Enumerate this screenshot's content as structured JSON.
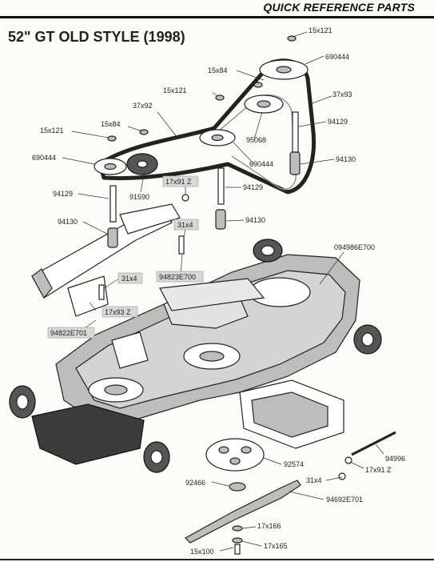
{
  "header": {
    "title": "QUICK REFERENCE PARTS"
  },
  "diagram": {
    "title": "52\" GT OLD STYLE (1998)"
  },
  "parts": [
    {
      "id": "p1",
      "label": "15x121",
      "boxed": false
    },
    {
      "id": "p2",
      "label": "690444",
      "boxed": false
    },
    {
      "id": "p3",
      "label": "15x84",
      "boxed": false
    },
    {
      "id": "p4",
      "label": "15x121",
      "boxed": false
    },
    {
      "id": "p5",
      "label": "37x93",
      "boxed": false
    },
    {
      "id": "p6",
      "label": "37x92",
      "boxed": false
    },
    {
      "id": "p7",
      "label": "15x84",
      "boxed": false
    },
    {
      "id": "p8",
      "label": "94129",
      "boxed": false
    },
    {
      "id": "p9",
      "label": "15x121",
      "boxed": false
    },
    {
      "id": "p10",
      "label": "95068",
      "boxed": false
    },
    {
      "id": "p11",
      "label": "690444",
      "boxed": false
    },
    {
      "id": "p12",
      "label": "690444",
      "boxed": false
    },
    {
      "id": "p13",
      "label": "94130",
      "boxed": false
    },
    {
      "id": "p14",
      "label": "17x91 Z",
      "boxed": true
    },
    {
      "id": "p15",
      "label": "94129",
      "boxed": false
    },
    {
      "id": "p16",
      "label": "94129",
      "boxed": false
    },
    {
      "id": "p17",
      "label": "91590",
      "boxed": false
    },
    {
      "id": "p18",
      "label": "94130",
      "boxed": false
    },
    {
      "id": "p19",
      "label": "94130",
      "boxed": false
    },
    {
      "id": "p20",
      "label": "31x4",
      "boxed": true
    },
    {
      "id": "p21",
      "label": "094986E700",
      "boxed": false
    },
    {
      "id": "p22",
      "label": "31x4",
      "boxed": true
    },
    {
      "id": "p23",
      "label": "94823E700",
      "boxed": true
    },
    {
      "id": "p24",
      "label": "17x93 Z",
      "boxed": true
    },
    {
      "id": "p25",
      "label": "94822E701",
      "boxed": true
    },
    {
      "id": "p26",
      "label": "94996",
      "boxed": false
    },
    {
      "id": "p27",
      "label": "92574",
      "boxed": false
    },
    {
      "id": "p28",
      "label": "17x91 Z",
      "boxed": false
    },
    {
      "id": "p29",
      "label": "92466",
      "boxed": false
    },
    {
      "id": "p30",
      "label": "31x4",
      "boxed": false
    },
    {
      "id": "p31",
      "label": "94692E701",
      "boxed": false
    },
    {
      "id": "p32",
      "label": "17x166",
      "boxed": false
    },
    {
      "id": "p33",
      "label": "17x165",
      "boxed": false
    },
    {
      "id": "p34",
      "label": "15x100",
      "boxed": false
    }
  ]
}
